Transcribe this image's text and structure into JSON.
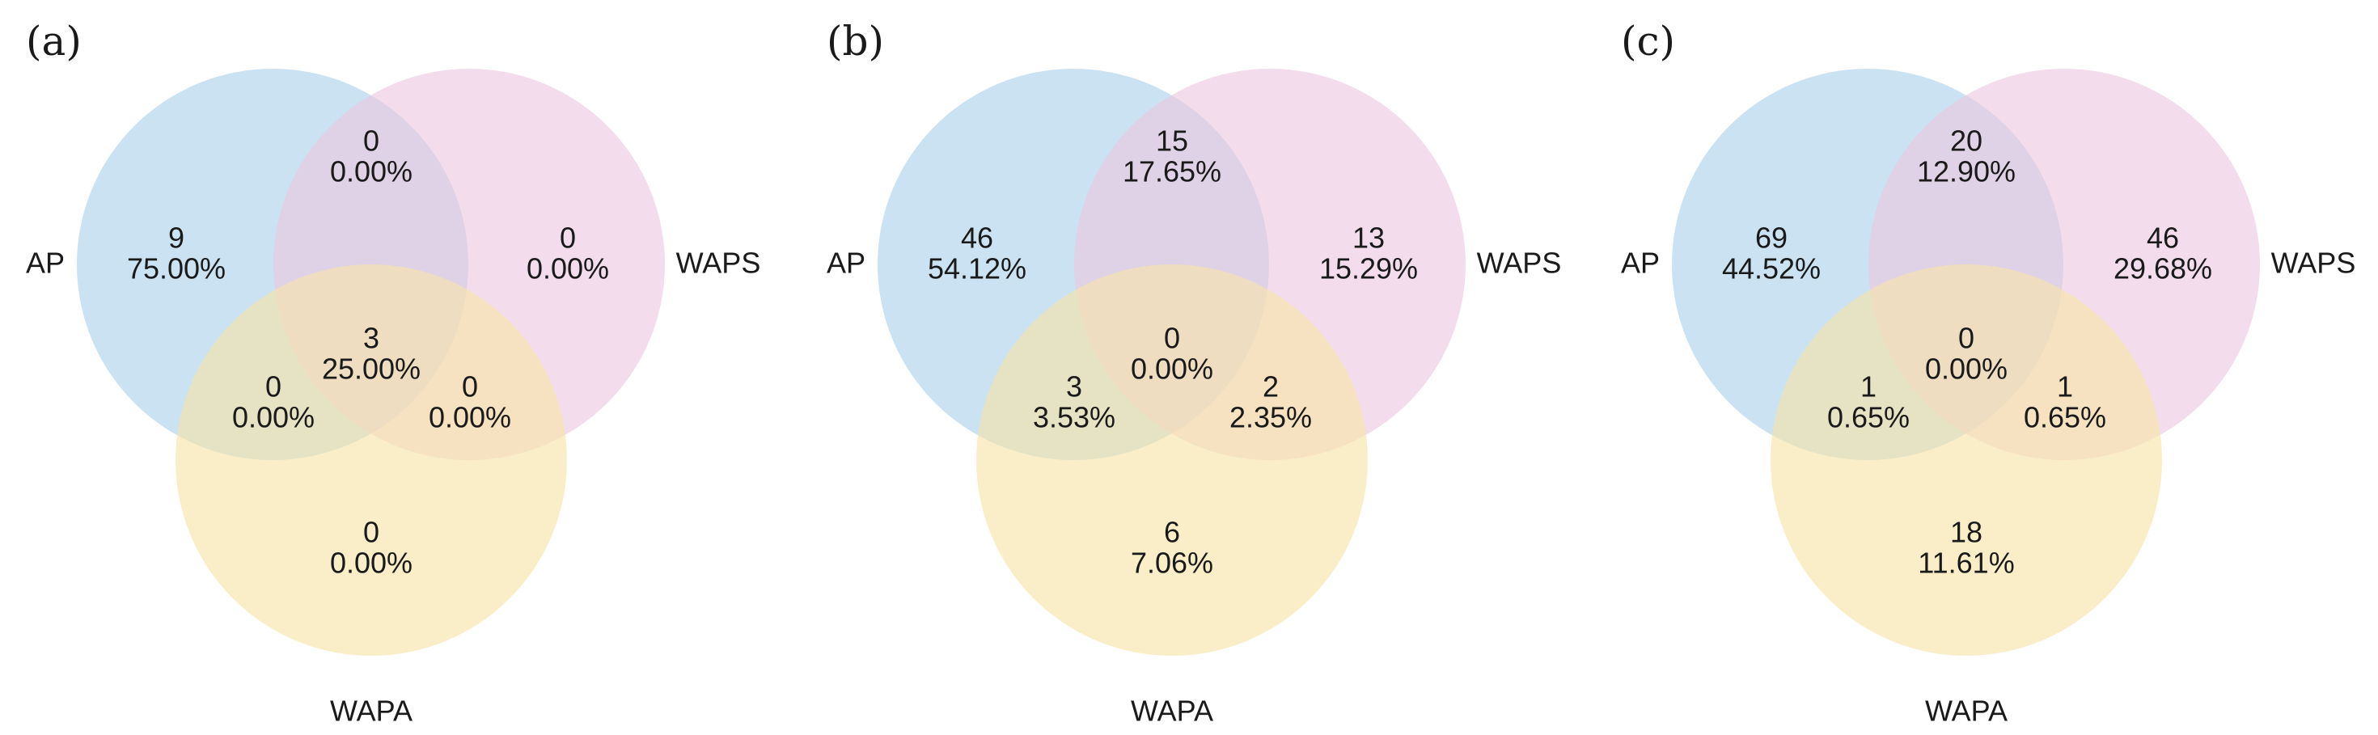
{
  "colors": {
    "AP": "#a9d1ea",
    "WAPS": "#ebc7df",
    "WAPA": "#f7e4a8",
    "text": "#1a1a1a"
  },
  "panels": [
    {
      "label": "(a)",
      "sets": {
        "AP": "AP",
        "WAPS": "WAPS",
        "WAPA": "WAPA"
      },
      "regions": {
        "AP_only": {
          "count": "9",
          "percent": "75.00%"
        },
        "WAPS_only": {
          "count": "0",
          "percent": "0.00%"
        },
        "WAPA_only": {
          "count": "0",
          "percent": "0.00%"
        },
        "AP_WAPS": {
          "count": "0",
          "percent": "0.00%"
        },
        "AP_WAPA": {
          "count": "0",
          "percent": "0.00%"
        },
        "WAPS_WAPA": {
          "count": "0",
          "percent": "0.00%"
        },
        "all": {
          "count": "3",
          "percent": "25.00%"
        }
      }
    },
    {
      "label": "(b)",
      "sets": {
        "AP": "AP",
        "WAPS": "WAPS",
        "WAPA": "WAPA"
      },
      "regions": {
        "AP_only": {
          "count": "46",
          "percent": "54.12%"
        },
        "WAPS_only": {
          "count": "13",
          "percent": "15.29%"
        },
        "WAPA_only": {
          "count": "6",
          "percent": "7.06%"
        },
        "AP_WAPS": {
          "count": "15",
          "percent": "17.65%"
        },
        "AP_WAPA": {
          "count": "3",
          "percent": "3.53%"
        },
        "WAPS_WAPA": {
          "count": "2",
          "percent": "2.35%"
        },
        "all": {
          "count": "0",
          "percent": "0.00%"
        }
      }
    },
    {
      "label": "(c)",
      "sets": {
        "AP": "AP",
        "WAPS": "WAPS",
        "WAPA": "WAPA"
      },
      "regions": {
        "AP_only": {
          "count": "69",
          "percent": "44.52%"
        },
        "WAPS_only": {
          "count": "46",
          "percent": "29.68%"
        },
        "WAPA_only": {
          "count": "18",
          "percent": "11.61%"
        },
        "AP_WAPS": {
          "count": "20",
          "percent": "12.90%"
        },
        "AP_WAPA": {
          "count": "1",
          "percent": "0.65%"
        },
        "WAPS_WAPA": {
          "count": "1",
          "percent": "0.65%"
        },
        "all": {
          "count": "0",
          "percent": "0.00%"
        }
      }
    }
  ]
}
